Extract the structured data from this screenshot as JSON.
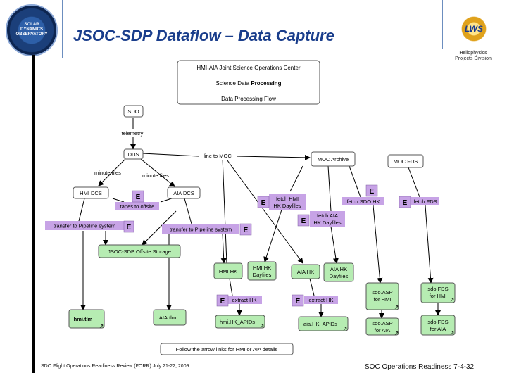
{
  "header": {
    "title": "JSOC-SDP Dataflow – Data Capture",
    "heliophysics_line1": "Heliophysics",
    "heliophysics_line2": "Projects Division",
    "left_logo_text": [
      "SOLAR",
      "DYNAMICS",
      "OBSERVATORY"
    ],
    "right_logo_text": "LWS"
  },
  "footer": {
    "left": "SDO Flight Operations Readiness Review (FORR) July 21-22, 2009",
    "right": "SOC Operations Readiness 7-4-32"
  },
  "diagram": {
    "header_box": {
      "line1": "HMI-AIA Joint Science Operations Center",
      "line2_prefix": "Science Data ",
      "line2_bold": "Processing",
      "line3": "Data Processing Flow"
    },
    "nodes": {
      "sdo": "SDO",
      "dds": "DDS",
      "moc_archive": "MOC Archive",
      "moc_fds": "MOC FDS",
      "hmi_dcs": "HMI DCS",
      "aia_dcs": "AIA DCS",
      "offsite_storage": "JSOC-SDP Offsite Storage",
      "hmi_hk": "HMI HK",
      "hmi_hk_dayfiles": [
        "HMI HK",
        "Dayfiles"
      ],
      "aia_hk": "AIA HK",
      "aia_hk_dayfiles": [
        "AIA HK",
        "Dayfiles"
      ],
      "sdo_asp_hmi": [
        "sdo.ASP",
        "for HMI"
      ],
      "sdo_fds_hmi": [
        "sdo.FDS",
        "for HMI"
      ],
      "sdo_asp_aia": [
        "sdo.ASP",
        "for AIA"
      ],
      "sdo_fds_aia": [
        "sdo.FDS",
        "for AIA"
      ],
      "hmi_tlm": "hmi.tlm",
      "aia_tlm": "AIA.tlm",
      "hmi_hk_apids": "hmi.HK_APIDs",
      "aia_hk_apids": "aia.HK_APIDs",
      "note": "Follow the arrow links for HMI or AIA details"
    },
    "labels": {
      "telemetry": "telemetry",
      "minute_files_1": "minute files",
      "minute_files_2": "minute files",
      "line_to_moc": "line to MOC",
      "tapes_to_offsite": "tapes to offsite",
      "transfer_pipeline_1": "transfer to Pipeline system",
      "transfer_pipeline_2": "transfer to Pipeline system",
      "fetch_hmi_hk": [
        "fetch HMI",
        "HK Dayfiles"
      ],
      "fetch_aia_hk": [
        "fetch AIA",
        "HK Dayfiles"
      ],
      "fetch_sdo_hk": "fetch SDO HK",
      "fetch_fds": "fetch FDS",
      "extract_hk_1": "extract HK",
      "extract_hk_2": "extract HK",
      "e_marker": "E",
      "link_glyph": "↗"
    },
    "colors": {
      "process_fill": "#c7a3e6",
      "product_fill": "#b6ecb2",
      "title": "#1a3e8c"
    }
  }
}
